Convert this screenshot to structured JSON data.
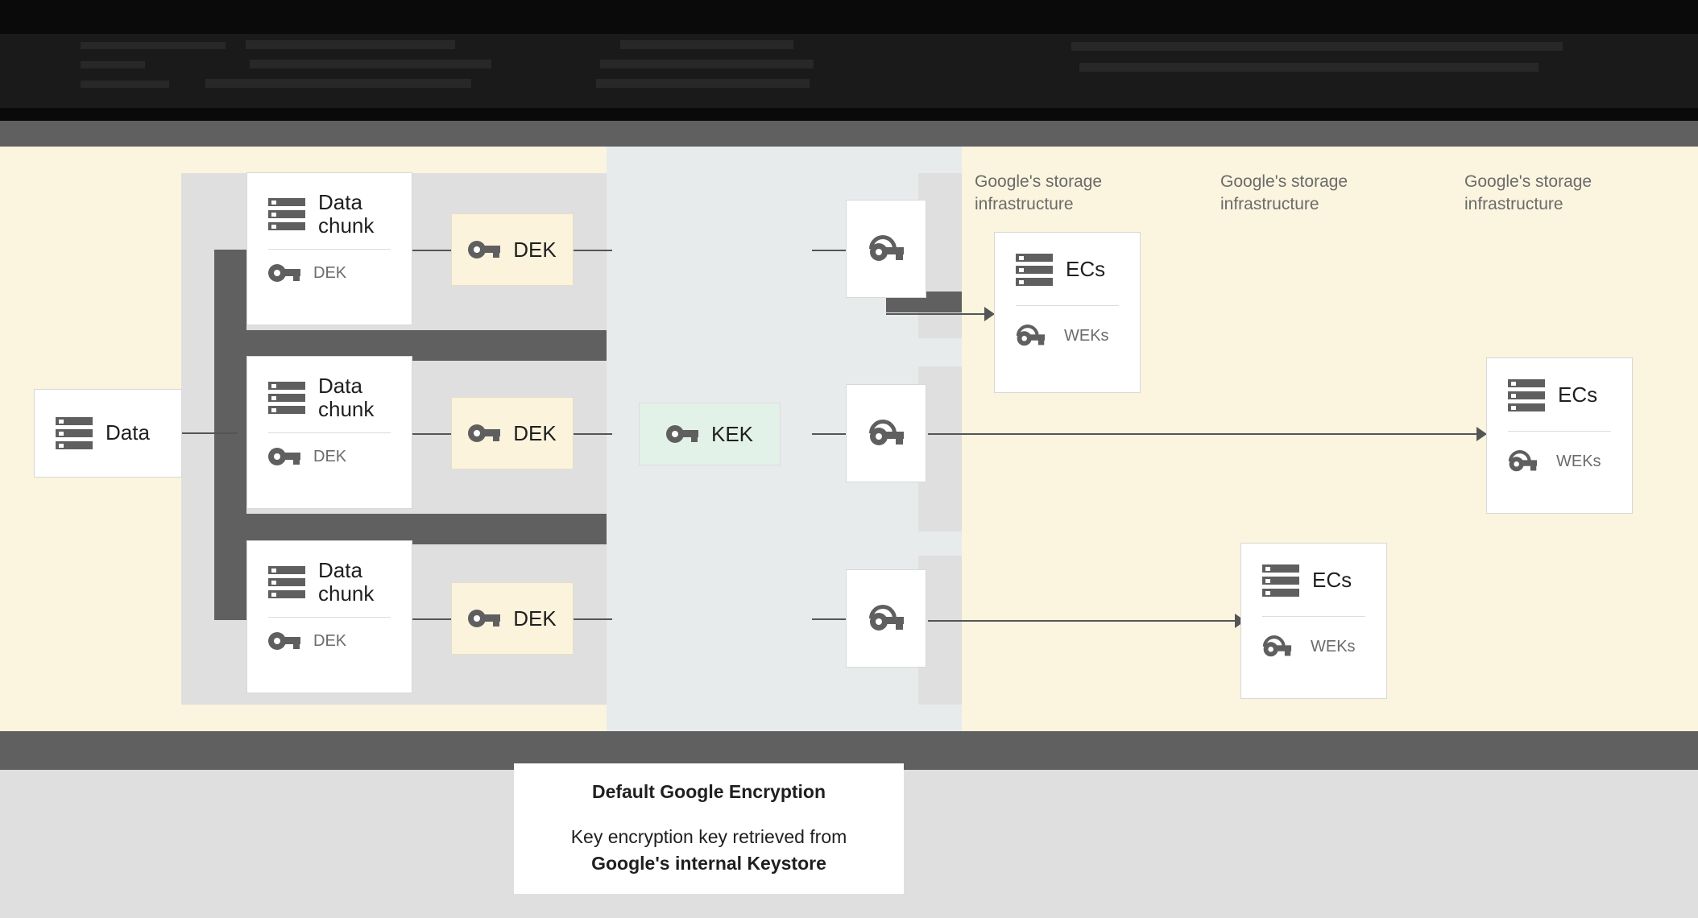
{
  "top_banner": {
    "note": "obscured dark text banner, illegible in screenshot",
    "legible_text": ""
  },
  "diagram": {
    "source_card": {
      "title": "Data",
      "icon": "server-icon"
    },
    "chunk_cards": [
      {
        "title": "Data chunk",
        "sub_label": "DEK",
        "icon": "server-icon",
        "sub_icon": "key-icon"
      },
      {
        "title": "Data chunk",
        "sub_label": "DEK",
        "icon": "server-icon",
        "sub_icon": "key-icon"
      },
      {
        "title": "Data chunk",
        "sub_label": "DEK",
        "icon": "server-icon",
        "sub_icon": "key-icon"
      }
    ],
    "dek_boxes": [
      {
        "label": "DEK",
        "icon": "key-icon"
      },
      {
        "label": "DEK",
        "icon": "key-icon"
      },
      {
        "label": "DEK",
        "icon": "key-icon"
      }
    ],
    "kek_box": {
      "label": "KEK",
      "icon": "key-icon"
    },
    "wek_boxes": [
      {
        "icon": "double-key-icon"
      },
      {
        "icon": "double-key-icon"
      },
      {
        "icon": "double-key-icon"
      }
    ],
    "infra_labels": [
      "Google's storage infrastructure",
      "Google's storage infrastructure",
      "Google's storage infrastructure"
    ],
    "ec_cards": [
      {
        "title": "ECs",
        "sub_label": "WEKs",
        "icon": "server-icon",
        "sub_icon": "double-key-icon"
      },
      {
        "title": "ECs",
        "sub_label": "WEKs",
        "icon": "server-icon",
        "sub_icon": "double-key-icon"
      },
      {
        "title": "ECs",
        "sub_label": "WEKs",
        "icon": "server-icon",
        "sub_icon": "double-key-icon"
      }
    ]
  },
  "caption": {
    "title": "Default Google Encryption",
    "line1": "Key encryption key retrieved from",
    "line2": "Google's internal Keystore"
  },
  "colors": {
    "cream_band": "#FBF4DE",
    "blue_band": "#E8EBEC",
    "grey_band": "#DFDFDF",
    "dark_band": "#606060",
    "dek_fill": "#FBF3DC",
    "kek_fill": "#E2F2E9",
    "icon_grey": "#5F5F5F",
    "muted_text": "#6B6B6B"
  }
}
